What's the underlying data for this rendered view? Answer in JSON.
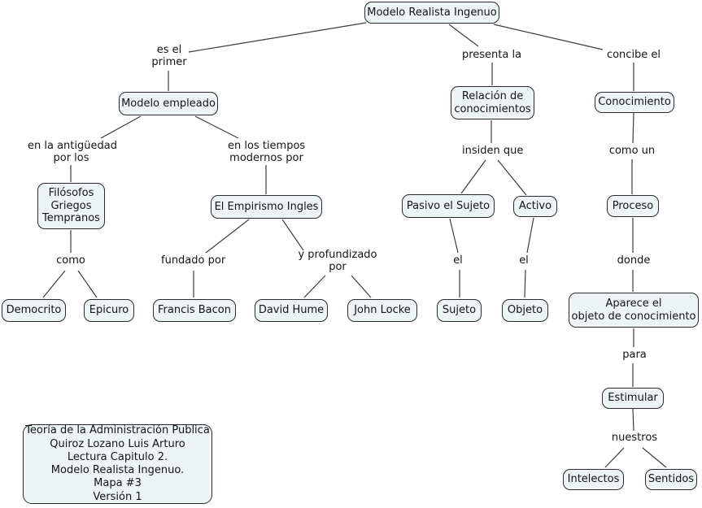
{
  "map": {
    "title": "Modelo Realista Ingenuo",
    "colors": {
      "node_fill": "#eef3f5",
      "node_border": "#2b2b2b",
      "line": "#3c3c3c",
      "text": "#141414",
      "background": "#ffffff"
    },
    "nodes": {
      "root": "Modelo Realista Ingenuo",
      "modelo_empleado": "Modelo empleado",
      "filosofos_griegos": "Filósofos\nGriegos\nTempranos",
      "democrito": "Democrito",
      "epicuro": "Epicuro",
      "empirismo_ingles": "El Empirismo Ingles",
      "francis_bacon": "Francis Bacon",
      "david_hume": "David Hume",
      "john_locke": "John Locke",
      "relacion_conocimientos": "Relación de\nconocimientos",
      "pasivo_el_sujeto": "Pasivo el Sujeto",
      "activo": "Activo",
      "sujeto": "Sujeto",
      "objeto": "Objeto",
      "conocimiento": "Conocimiento",
      "proceso": "Proceso",
      "aparece_objeto": "Aparece el\nobjeto de conocimiento",
      "estimular": "Estimular",
      "intelectos": "Intelectos",
      "sentidos": "Sentidos"
    },
    "linking_phrases": {
      "es_el_primer": "es el\nprimer",
      "presenta_la": "presenta la",
      "concibe_el": "concibe el",
      "en_la_antiguedad": "en la antigüedad\npor los",
      "en_los_tiempos": "en los tiempos\nmodernos por",
      "como": "como",
      "fundado_por": "fundado por",
      "y_profundizado_por": "y profundizado\npor",
      "insiden_que": "insiden que",
      "el_sujeto": "el",
      "el_objeto": "el",
      "como_un": "como un",
      "donde": "donde",
      "para": "para",
      "nuestros": "nuestros"
    },
    "citation": "Teoría de la Administración Publica\nQuiroz Lozano Luis Arturo\nLectura Capitulo 2.\nModelo Realista Ingenuo.\nMapa #3\nVersión 1"
  }
}
